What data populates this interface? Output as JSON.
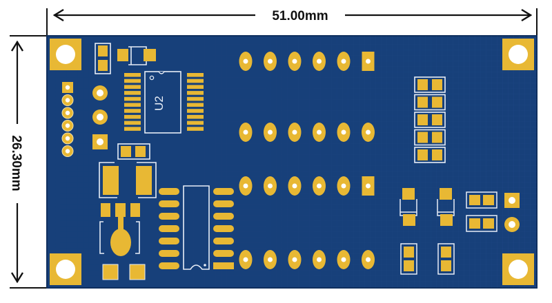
{
  "diagram": {
    "type": "pcb-layout",
    "dimensions": {
      "width_label": "51.00mm",
      "height_label": "26.30mm",
      "width_mm": 51.0,
      "height_mm": 26.3
    },
    "silkscreen": {
      "u2_label": "U2"
    },
    "colors": {
      "board": "#17407a",
      "board_edge": "#0f2f5e",
      "copper": "#e8b834",
      "silk": "#e8eef7",
      "drill": "#ffffff",
      "dimension_line": "#111111"
    },
    "components": {
      "mounting_holes": 4,
      "header_pins_small": 6,
      "through_hole_pads_left": 3,
      "u2_package": "TSSOP-20",
      "u2_pins_per_side": 10,
      "soic_pins_per_side": 7,
      "dip_header_rows": 4,
      "dip_header_pins_per_row": 6,
      "resistor_array_count": 5
    }
  }
}
